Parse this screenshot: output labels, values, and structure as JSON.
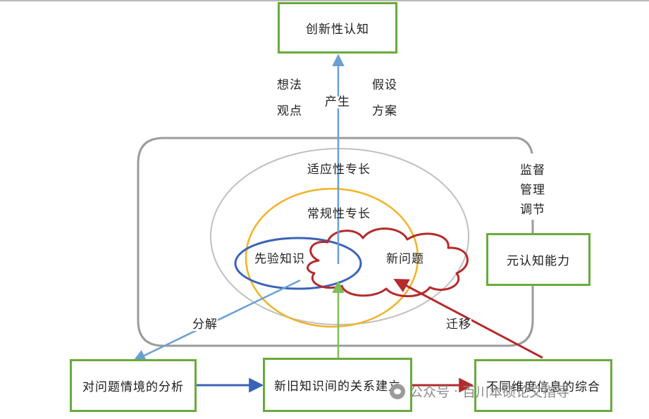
{
  "nodes": {
    "innovative_cognition": "创新性认知",
    "problem_analysis": "对问题情境的分析",
    "knowledge_relation": "新旧知识间的关系建立",
    "info_synthesis": "不同维度信息的综合",
    "metacognition": "元认知能力"
  },
  "regions": {
    "adaptive_expertise": "适应性专长",
    "routine_expertise": "常规性专长",
    "prior_knowledge": "先验知识",
    "new_problem": "新问题"
  },
  "labels": {
    "ideas": [
      "想法",
      "观点"
    ],
    "produce": "产生",
    "hypotheses": [
      "假设",
      "方案"
    ],
    "monitor": [
      "监督",
      "管理",
      "调节"
    ],
    "decompose": "分解",
    "transfer": "迁移"
  },
  "watermark": {
    "platform": "公众号",
    "separator": "·",
    "account": "百川本硕论文指导"
  },
  "colors": {
    "box_border": "#6aaa3c",
    "outer_frame": "#9b9b9b",
    "adaptive_circle": "#c0c0c0",
    "routine_circle": "#f0b323",
    "prior_knowledge": "#3a63b8",
    "new_problem": "#b52a2a",
    "produce_arrow": "#6a9fd4",
    "relation_arrow": "#7fbf55"
  }
}
